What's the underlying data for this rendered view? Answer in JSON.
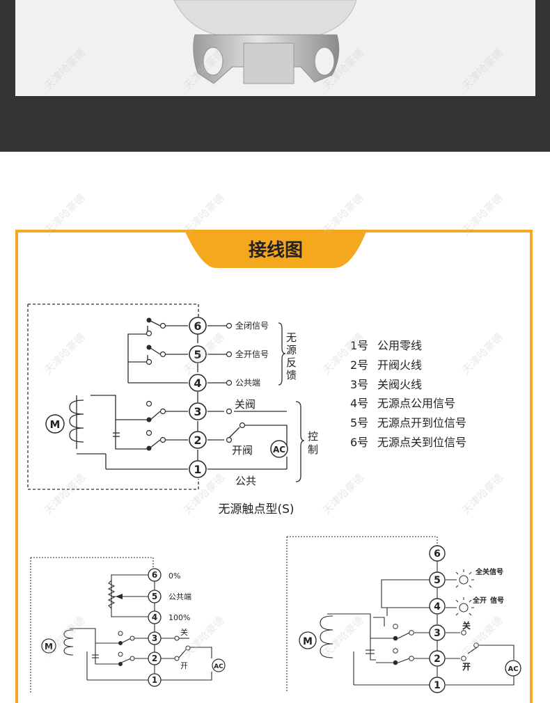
{
  "header": {
    "title": "接线图"
  },
  "watermark": "天津哈豪德",
  "diagram_s": {
    "caption": "无源触点型(S)",
    "terminals": [
      "6",
      "5",
      "4",
      "3",
      "2",
      "1"
    ],
    "label_6": "全闭信号",
    "label_5": "全开信号",
    "label_4": "公共端",
    "feedback_label": [
      "无",
      "源",
      "反",
      "馈"
    ],
    "close_label": "关阀",
    "open_label": "开阀",
    "common_label": "公共",
    "control_label": [
      "控",
      "制"
    ],
    "motor": "M",
    "ac": "AC"
  },
  "legend": [
    {
      "num": "1号",
      "desc": "公用零线"
    },
    {
      "num": "2号",
      "desc": "开阀火线"
    },
    {
      "num": "3号",
      "desc": "关阀火线"
    },
    {
      "num": "4号",
      "desc": "无源点公用信号"
    },
    {
      "num": "5号",
      "desc": "无源点开到位信号"
    },
    {
      "num": "6号",
      "desc": "无源点关到位信号"
    }
  ],
  "diagram_pot": {
    "label_6": "0%",
    "label_5": "公共端",
    "label_4": "100%",
    "close_label": "关",
    "open_label": "开",
    "motor": "M",
    "ac": "AC"
  },
  "diagram_lamp": {
    "label_5": "全关信号",
    "label_4a": "全开",
    "label_4b": "信号",
    "close_label": "关",
    "open_label": "开",
    "motor": "M",
    "ac": "AC"
  },
  "colors": {
    "accent": "#f5a81d",
    "dark_band": "#333333",
    "line": "#2a2a2a"
  }
}
